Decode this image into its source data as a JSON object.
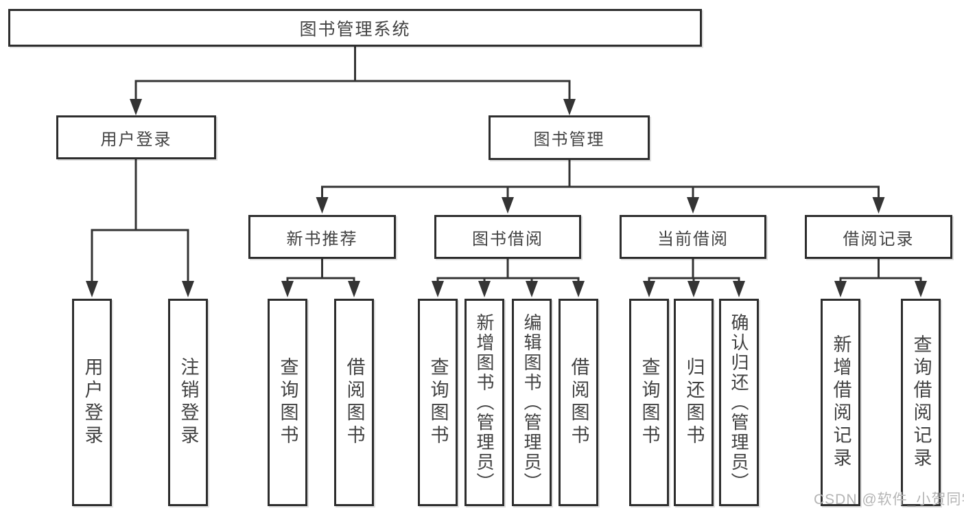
{
  "diagram_title": "图书管理系统",
  "nodes": {
    "root": {
      "label": "图书管理系统"
    },
    "user_login": {
      "label": "用户登录"
    },
    "book_management": {
      "label": "图书管理"
    },
    "new_book_recommend": {
      "label": "新书推荐"
    },
    "book_borrowing": {
      "label": "图书借阅"
    },
    "current_borrowing": {
      "label": "当前借阅"
    },
    "borrowing_records": {
      "label": "借阅记录"
    },
    "leaf_user_login": {
      "label": "用户登录"
    },
    "leaf_logout": {
      "label": "注销登录"
    },
    "leaf_rec_query_books": {
      "label": "查询图书"
    },
    "leaf_rec_borrow_books": {
      "label": "借阅图书"
    },
    "leaf_bb_query_books": {
      "label": "查询图书"
    },
    "leaf_bb_add_books": {
      "label": "新增图书（管理员）"
    },
    "leaf_bb_edit_books": {
      "label": "编辑图书（管理员）"
    },
    "leaf_bb_borrow_books": {
      "label": "借阅图书"
    },
    "leaf_cb_query_books": {
      "label": "查询图书"
    },
    "leaf_cb_return_books": {
      "label": "归还图书"
    },
    "leaf_cb_confirm_return": {
      "label": "确认归还（管理员）"
    },
    "leaf_br_add_record": {
      "label": "新增借阅记录"
    },
    "leaf_br_query_record": {
      "label": "查询借阅记录"
    }
  },
  "watermark": "CSDN @软件_小贺同学",
  "colors": {
    "line": "#343434",
    "box_border": "#2d2d2d",
    "text": "#424242",
    "watermark": "#b5b5b5",
    "background": "#ffffff"
  }
}
